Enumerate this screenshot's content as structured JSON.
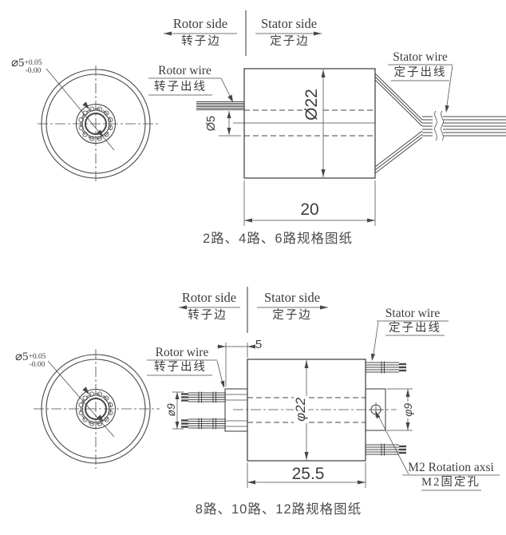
{
  "colors": {
    "line": "#474747",
    "text": "#3d3d3d"
  },
  "top": {
    "caption": "2路、4路、6路规格图纸",
    "rotor_side_en": "Rotor side",
    "rotor_side_zh": "转子边",
    "stator_side_en": "Stator side",
    "stator_side_zh": "定子边",
    "rotor_wire_en": "Rotor wire",
    "rotor_wire_zh": "转子出线",
    "stator_wire_en": "Stator wire",
    "stator_wire_zh": "定子出线",
    "dim_bore_callout": "⌀5",
    "dim_bore_tol_plus": "+0.05",
    "dim_bore_tol_minus": "-0.00",
    "dim_body_diameter": "Ø22",
    "dim_bore_diameter": "Ø5",
    "dim_length": "20"
  },
  "bottom": {
    "caption": "8路、10路、12路规格图纸",
    "rotor_side_en": "Rotor side",
    "rotor_side_zh": "转子边",
    "stator_side_en": "Stator side",
    "stator_side_zh": "定子边",
    "rotor_wire_en": "Rotor wire",
    "rotor_wire_zh": "转子出线",
    "stator_wire_en": "Stator wire",
    "stator_wire_zh": "定子出线",
    "m2_en": "M2 Rotation axsi",
    "m2_zh": "M2固定孔",
    "dim_bore_callout": "⌀5",
    "dim_bore_tol_plus": "+0.05",
    "dim_bore_tol_minus": "-0.00",
    "dim_body_diameter": "φ22",
    "dim_rotor_bundle_diameter": "ø9",
    "dim_stator_boss_diameter": "φ9",
    "dim_boss_length": "5",
    "dim_length": "25.5"
  }
}
